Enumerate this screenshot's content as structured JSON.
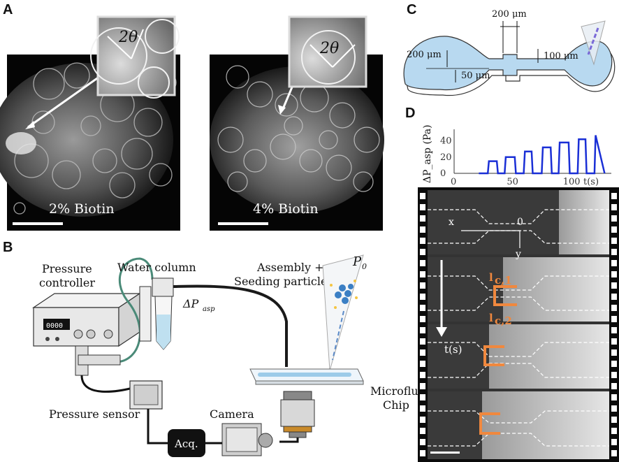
{
  "panels": {
    "a": {
      "letter": "A",
      "left_label": "2% Biotin",
      "right_label": "4% Biotin",
      "inset_angle": "2θ"
    },
    "b": {
      "letter": "B",
      "pressure_controller": [
        "Pressure",
        "controller"
      ],
      "controller_display": "0000",
      "water_column": "Water column",
      "delta_p": "ΔP",
      "delta_p_sub": "asp",
      "assembly": [
        "Assembly +",
        "Seeding particles"
      ],
      "p0": "P",
      "p0_sub": "0",
      "pressure_sensor": "Pressure sensor",
      "camera": "Camera",
      "acq": "Acq.",
      "microfluidic": [
        "Microfluidic",
        "Chip"
      ]
    },
    "c": {
      "letter": "C",
      "dim_top": "200 μm",
      "dim_left": "200 μm",
      "dim_right": "100 μm",
      "dim_bottom": "50 μm"
    },
    "d": {
      "letter": "D",
      "axis_x": "x",
      "axis_y": "y",
      "origin": "0",
      "time_axis": "t(s)",
      "lc1": "l",
      "lc1_sub": "c,1",
      "lc2": "l",
      "lc2_sub": "c,2"
    }
  },
  "chart_data": {
    "type": "line",
    "ylabel": "ΔP_asp (Pa)",
    "xlabel": "t(s)",
    "xlim": [
      0,
      140
    ],
    "ylim": [
      0,
      50
    ],
    "xticks": [
      0,
      50,
      100
    ],
    "yticks": [
      0,
      20,
      40
    ],
    "color": "#1a2fd6",
    "series": [
      {
        "x": [
          22,
          30,
          31,
          38,
          39,
          45,
          46,
          54,
          55,
          62,
          63,
          69,
          70,
          78,
          79,
          86,
          87,
          93,
          94,
          102,
          103,
          110,
          111,
          117,
          118,
          125,
          126,
          134
        ],
        "values": [
          0,
          0,
          15,
          15,
          0,
          0,
          20,
          20,
          0,
          0,
          27,
          27,
          0,
          0,
          32,
          32,
          0,
          0,
          38,
          38,
          0,
          0,
          42,
          42,
          0,
          0,
          47,
          0
        ]
      }
    ]
  },
  "colors": {
    "channel_fill": "#b8d9f0",
    "plot_line": "#1a2fd6",
    "bracket": "#f0883e"
  }
}
